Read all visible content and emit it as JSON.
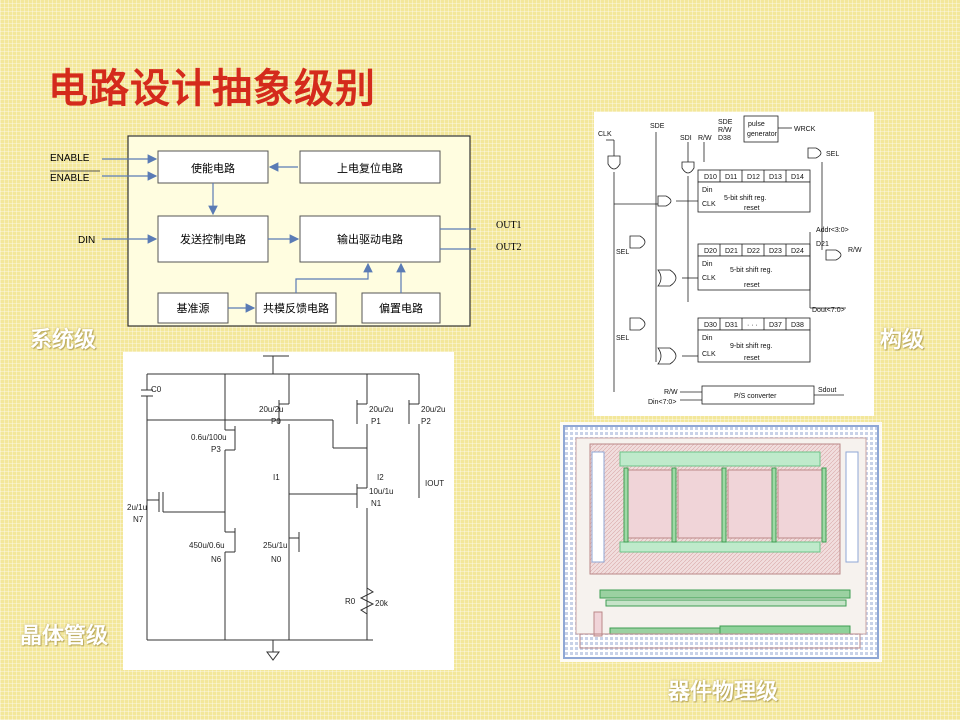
{
  "title": "电路设计抽象级别",
  "labels": {
    "system": "系统级",
    "arch": "构级",
    "transistor": "晶体管级",
    "physical": "器件物理级"
  },
  "system": {
    "enable": "ENABLE",
    "enable_bar": "ENABLE",
    "din": "DIN",
    "out1": "OUT1",
    "out2": "OUT2",
    "blocks": {
      "enable_circuit": "使能电路",
      "power_reset": "上电复位电路",
      "tx_control": "发送控制电路",
      "out_driver": "输出驱动电路",
      "reference": "基准源",
      "cmfb": "共模反馈电路",
      "bias": "偏置电路"
    }
  },
  "arch": {
    "clk": "CLK",
    "sde": "SDE",
    "sdi": "SDI",
    "rw": "R/W",
    "pulse": [
      "pulse",
      "generator"
    ],
    "sde2": "SDE",
    "rw2": "R/W",
    "d38": "D38",
    "wrck": "WRCK",
    "sel": "SEL",
    "addr": "Addr<3:0>",
    "rw3": "R/W",
    "dout": "Dout<7:0>",
    "sdout": "Sdout",
    "rw4": "R/W",
    "din_bus": "Din<7:0>",
    "ps": "P/S converter",
    "din": "Din",
    "clk2": "CLK",
    "reset": "reset",
    "reg1": {
      "cells": [
        "D10",
        "D11",
        "D12",
        "D13",
        "D14"
      ],
      "name": "5-bit shift reg."
    },
    "reg2": {
      "cells": [
        "D20",
        "D21",
        "D22",
        "D23",
        "D24"
      ],
      "name": "5-bit shift reg."
    },
    "reg3": {
      "cells": [
        "D30",
        "D31",
        "· · ·",
        "D37",
        "D38"
      ],
      "name": "9-bit shift reg."
    },
    "d21": "D21"
  },
  "transistor": {
    "c0": "C0",
    "p0": "P0",
    "p0_size": "20u/2u",
    "p1": "P1",
    "p1_size": "20u/2u",
    "p2": "P2",
    "p2_size": "20u/2u",
    "p3": "P3",
    "p3_size": "0.6u/100u",
    "n7": "N7",
    "n7_size": "2u/1u",
    "n1": "N1",
    "n1_size": "10u/1u",
    "n6": "N6",
    "n6_size": "450u/0.6u",
    "n0": "N0",
    "n0_size": "25u/1u",
    "i1": "I1",
    "i2": "I2",
    "iout": "IOUT",
    "r0": "R0",
    "r0_val": "20k"
  }
}
